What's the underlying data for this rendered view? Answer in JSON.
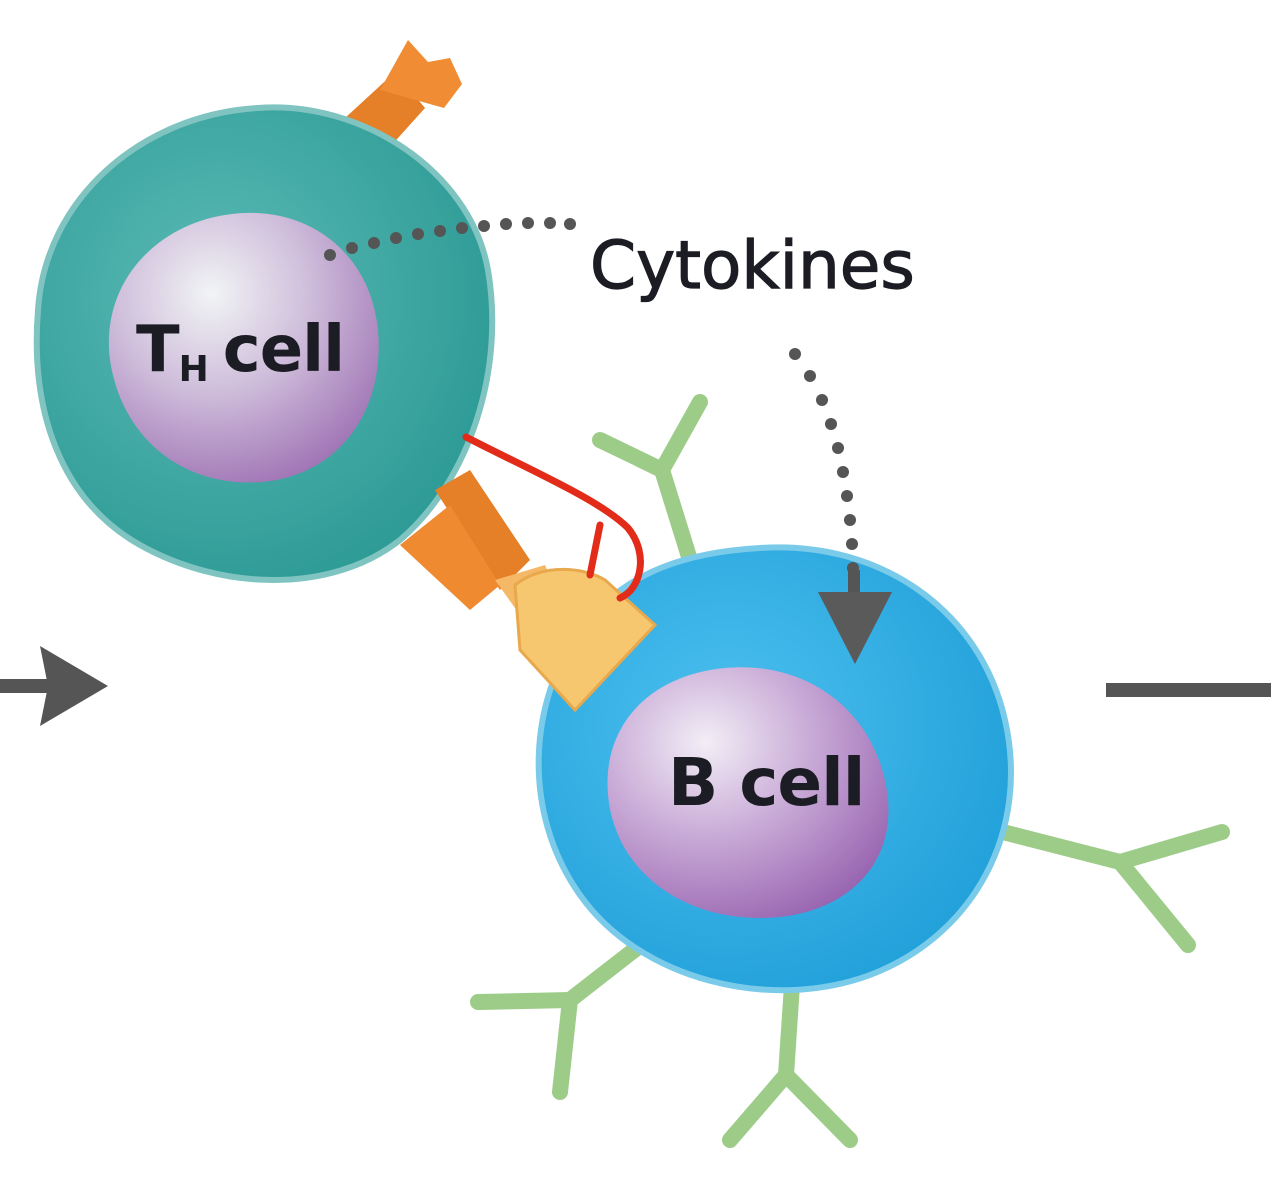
{
  "labels": {
    "th_cell_main": "T",
    "th_cell_subscript": "H",
    "th_cell_suffix": "cell",
    "b_cell": "B cell",
    "cytokines": "Cytokines"
  },
  "colors": {
    "th_cell_membrane": "#3aa6a0",
    "th_cell_cytoplasm": "#2e9c96",
    "b_cell_membrane": "#2aa4dc",
    "b_cell_cytoplasm": "#34b0e8",
    "nucleus": "#a77ab8",
    "receptor": "#ec8a32",
    "antigen_complex": "#f7c770",
    "antibody": "#9dcc88",
    "arrow": "#555555",
    "highlight_bracket": "#e32b1a"
  }
}
